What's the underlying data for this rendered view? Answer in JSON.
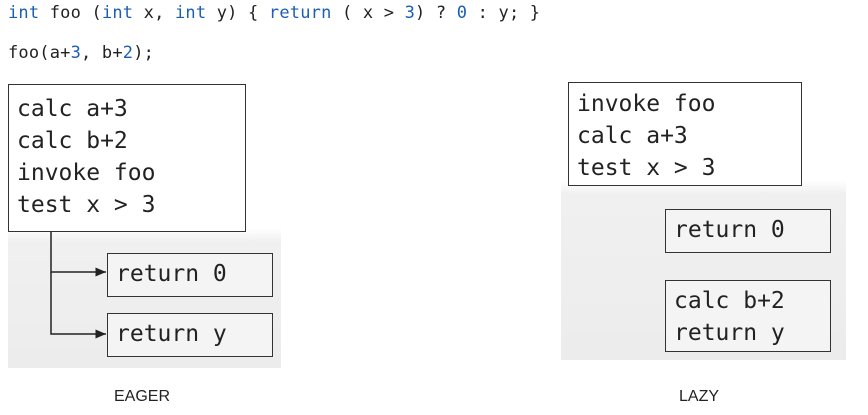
{
  "code": {
    "line1": {
      "kw_int1": "int",
      "name": " foo ",
      "p1": "(",
      "kw_int2": "int",
      "p2": " x, ",
      "kw_int3": "int",
      "p3": " y) { ",
      "kw_return": "return",
      "p4": " ( x > ",
      "num3": "3",
      "p5": ") ? ",
      "num0": "0",
      "p6": " : y; }"
    },
    "line2": {
      "a": "foo(a+",
      "n3": "3",
      "b": ", b+",
      "n2": "2",
      "c": ");"
    }
  },
  "eager": {
    "main": [
      "calc a+3",
      "calc b+2",
      "invoke foo",
      "test x > 3"
    ],
    "branch1": [
      "return 0"
    ],
    "branch2": [
      "return y"
    ],
    "caption": "EAGER"
  },
  "lazy": {
    "main": [
      "invoke foo",
      "calc a+3",
      "test x > 3"
    ],
    "branch1": [
      "return 0"
    ],
    "branch2": [
      "calc b+2",
      "return y"
    ],
    "caption": "LAZY"
  }
}
